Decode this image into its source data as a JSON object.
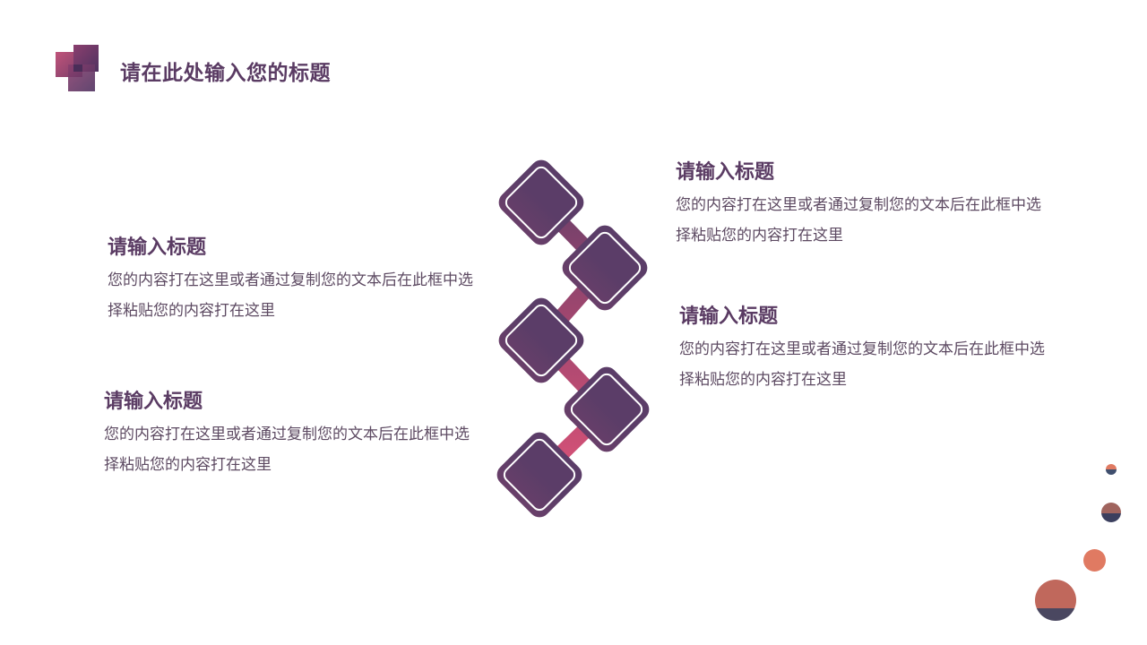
{
  "header": {
    "title": "请在此处输入您的标题"
  },
  "blocks": [
    {
      "title": "请输入标题",
      "line1": "您的内容打在这里或者通过复制您的文本后在此框中选",
      "line2": "择粘贴您的内容打在这里"
    },
    {
      "title": "请输入标题",
      "line1": "您的内容打在这里或者通过复制您的文本后在此框中选",
      "line2": "择粘贴您的内容打在这里"
    },
    {
      "title": "请输入标题",
      "line1": "您的内容打在这里或者通过复制您的文本后在此框中选",
      "line2": "择粘贴您的内容打在这里"
    },
    {
      "title": "请输入标题",
      "line1": "您的内容打在这里或者通过复制您的文本后在此框中选",
      "line2": "择粘贴您的内容打在这里"
    }
  ],
  "colors": {
    "title": "#5a3b63",
    "gradient_top": "#5b3d68",
    "gradient_bottom": "#ea557a",
    "accent_orange": "#e07a62"
  }
}
